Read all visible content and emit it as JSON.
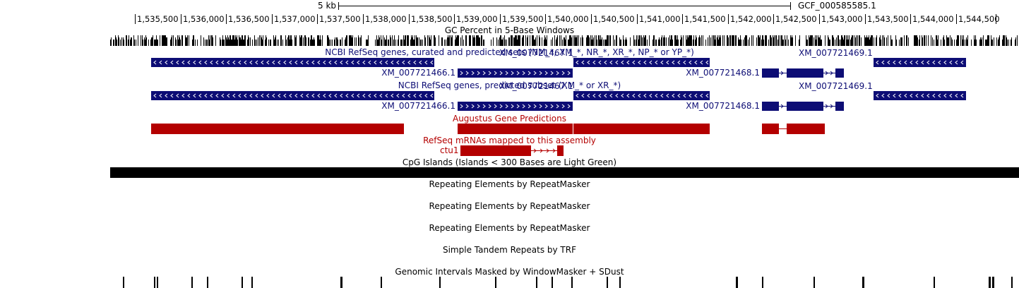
{
  "ruler": {
    "scale_label": "5 kb",
    "assembly_label": "GCF_000585585.1",
    "ticks": [
      "1,535,500",
      "1,536,000",
      "1,536,500",
      "1,537,000",
      "1,537,500",
      "1,538,000",
      "1,538,500",
      "1,539,000",
      "1,539,500",
      "1,540,000",
      "1,540,500",
      "1,541,000",
      "1,541,500",
      "1,542,000",
      "1,542,500",
      "1,543,000",
      "1,543,500",
      "1,544,000",
      "1,544,500"
    ]
  },
  "tracks": {
    "gc_percent": {
      "title": "GC Percent in 5-Base Windows"
    },
    "refseq_all": {
      "title": "NCBI RefSeq genes, curated and predicted sets (NM_*, XM_*, NR_*, XR_*, NP_* or YP_*)",
      "genes": [
        "XM_007721466.1",
        "XM_007721467.1",
        "XM_007721468.1",
        "XM_007721469.1"
      ]
    },
    "refseq_predicted": {
      "title": "NCBI RefSeq genes, predicted subset (XM_* or XR_*)",
      "genes": [
        "XM_007721466.1",
        "XM_007721467.1",
        "XM_007721468.1",
        "XM_007721469.1"
      ]
    },
    "augustus": {
      "title": "Augustus Gene Predictions"
    },
    "refseq_mrna": {
      "title": "RefSeq mRNAs mapped to this assembly",
      "gene": "ctu1"
    },
    "cpg": {
      "title": "CpG Islands (Islands < 300 Bases are Light Green)"
    },
    "repeatmasker": {
      "titles": [
        "Repeating Elements by RepeatMasker",
        "Repeating Elements by RepeatMasker",
        "Repeating Elements by RepeatMasker"
      ]
    },
    "trf": {
      "title": "Simple Tandem Repeats by TRF"
    },
    "windowmasker": {
      "title": "Genomic Intervals Masked by WindowMasker + SDust"
    }
  },
  "colors": {
    "gene": "#0d0d75",
    "prediction": "#b40000",
    "text": "#000000"
  }
}
